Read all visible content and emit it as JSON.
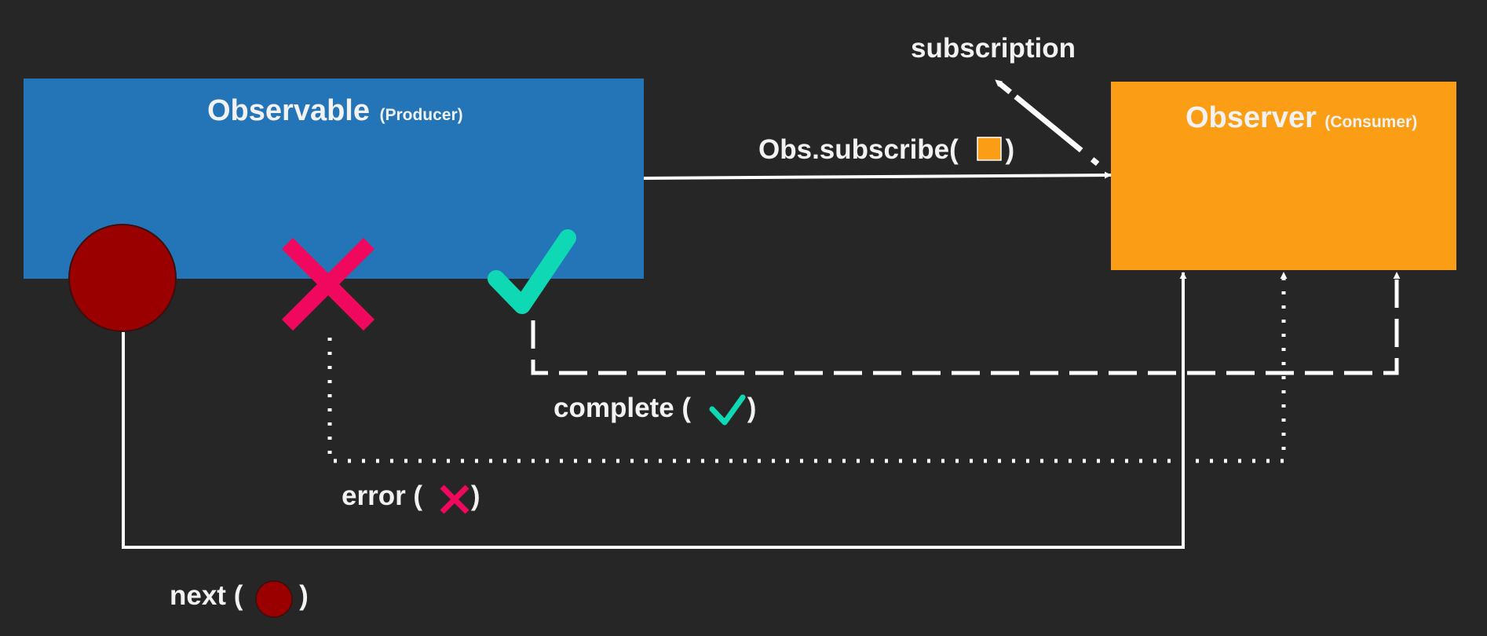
{
  "colors": {
    "background": "#262626",
    "observable_box": "#2474b8",
    "observer_box": "#fb9e15",
    "next_circle": "#9a0000",
    "error_cross": "#f0085f",
    "complete_check": "#0fd9b4",
    "line": "#ffffff",
    "text": "#f2f2f2"
  },
  "observable": {
    "title": "Observable",
    "subtitle": "(Producer)"
  },
  "observer": {
    "title": "Observer",
    "subtitle": "(Consumer)"
  },
  "subscribe_label": {
    "before": "Obs.subscribe(",
    "after": ")",
    "icon": "orange-square-icon"
  },
  "subscription_label": "subscription",
  "channels": {
    "next": {
      "before": "next (",
      "after": ")",
      "icon": "red-circle-icon",
      "line_style": "solid"
    },
    "error": {
      "before": "error (",
      "after": ")",
      "icon": "pink-cross-icon",
      "line_style": "dotted"
    },
    "complete": {
      "before": "complete (",
      "after": ")",
      "icon": "teal-check-icon",
      "line_style": "dashed"
    }
  }
}
